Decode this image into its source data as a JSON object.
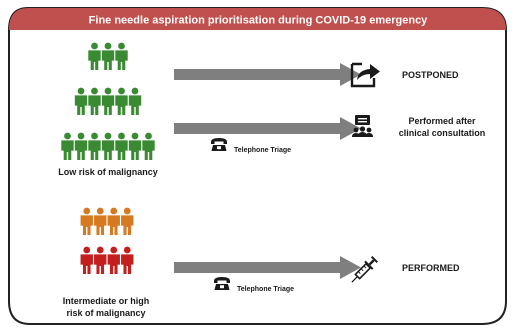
{
  "title": "Fine needle aspiration prioritisation during COVID-19 emergency",
  "colors": {
    "header": "#c0504d",
    "green": "#3a8a34",
    "orange": "#d67a22",
    "red": "#c41f1f",
    "arrow": "#7f7f7f",
    "frame": "#222222"
  },
  "groups": {
    "low": {
      "label": "Low risk of malignancy",
      "rows": [
        3,
        5,
        7
      ],
      "color": "green"
    },
    "high": {
      "label_line1": "Intermediate or high",
      "label_line2": "risk of malignancy",
      "rows": [
        4,
        4
      ],
      "row_colors": [
        "orange",
        "red"
      ]
    }
  },
  "pathways": {
    "postponed": {
      "label": "POSTPONED",
      "icon": "share-icon"
    },
    "consultation": {
      "label_line1": "Performed after",
      "label_line2": "clinical consultation",
      "icon": "meeting-icon",
      "triage": "Telephone Triage",
      "triage_icon": "telephone-icon"
    },
    "performed": {
      "label": "PERFORMED",
      "icon": "syringe-icon",
      "triage": "Telephone Triage",
      "triage_icon": "telephone-icon"
    }
  }
}
